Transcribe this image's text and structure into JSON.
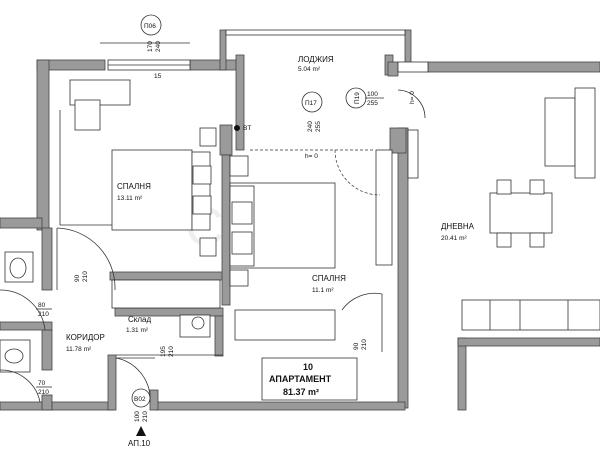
{
  "rooms": {
    "loggia": {
      "name": "ЛОДЖИЯ",
      "area": "5.04 m²"
    },
    "bedroom1": {
      "name": "СПАЛНЯ",
      "area": "13.11 m²"
    },
    "bedroom2": {
      "name": "СПАЛНЯ",
      "area": "11.1 m²"
    },
    "living": {
      "name": "ДНЕВНА",
      "area": "20.41 m²"
    },
    "corridor": {
      "name": "КОРИДОР",
      "area": "11.78 m²"
    },
    "storage": {
      "name": "Склад",
      "area": "1.31 m²"
    }
  },
  "apartment": {
    "number": "10",
    "label": "АПАРТАМЕНТ",
    "area": "81.37 m²"
  },
  "windows": {
    "p06": {
      "code": "П06",
      "w": "170",
      "h": "240"
    },
    "p17": {
      "code": "П17",
      "w": "240",
      "h": "255"
    },
    "p19": {
      "code": "П19",
      "w": "100",
      "h": "255"
    },
    "b02": {
      "code": "В02",
      "w": "100",
      "h": "210"
    }
  },
  "doors": {
    "d1": {
      "w": "90",
      "h": "210"
    },
    "d2": {
      "w": "80",
      "h": "210"
    },
    "d3": {
      "w": "70",
      "h": "210"
    },
    "d4": {
      "w": "195",
      "h": "210"
    },
    "d5": {
      "w": "90",
      "h": "210"
    }
  },
  "marks": {
    "bt": "BT",
    "sill1": "15",
    "h0a": "h= 0",
    "h0b": "h= 0",
    "entrance": "АП.10"
  }
}
